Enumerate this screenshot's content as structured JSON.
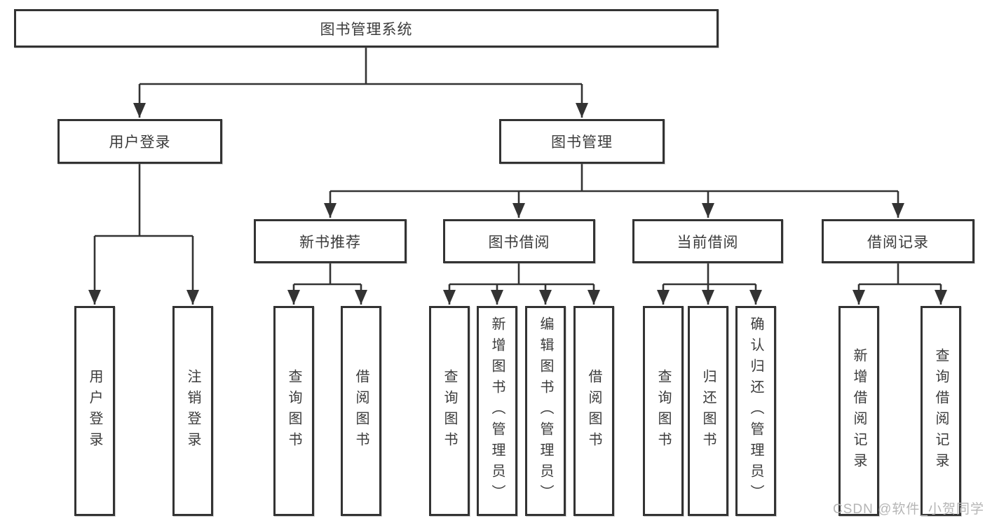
{
  "diagram": {
    "type": "tree-structure-diagram",
    "root": {
      "label": "图书管理系统"
    },
    "level2": {
      "user_login": {
        "label": "用户登录"
      },
      "book_mgmt": {
        "label": "图书管理"
      }
    },
    "level3": {
      "new_book": {
        "label": "新书推荐"
      },
      "borrow": {
        "label": "图书借阅"
      },
      "current": {
        "label": "当前借阅"
      },
      "record": {
        "label": "借阅记录"
      }
    },
    "leaves": {
      "ul_login": {
        "label": "用户登录",
        "parent": "用户登录"
      },
      "ul_logout": {
        "label": "注销登录",
        "parent": "用户登录"
      },
      "nb_query": {
        "label": "查询图书",
        "parent": "新书推荐"
      },
      "nb_borrow": {
        "label": "借阅图书",
        "parent": "新书推荐"
      },
      "bw_query": {
        "label": "查询图书",
        "parent": "图书借阅"
      },
      "bw_add": {
        "label": "新增图书（管理员）",
        "parent": "图书借阅"
      },
      "bw_edit": {
        "label": "编辑图书（管理员）",
        "parent": "图书借阅"
      },
      "bw_borrow": {
        "label": "借阅图书",
        "parent": "图书借阅"
      },
      "cu_query": {
        "label": "查询图书",
        "parent": "当前借阅"
      },
      "cu_return": {
        "label": "归还图书",
        "parent": "当前借阅"
      },
      "cu_confirm": {
        "label": "确认归还（管理员）",
        "parent": "当前借阅"
      },
      "rc_add": {
        "label": "新增借阅记录",
        "parent": "借阅记录"
      },
      "rc_query": {
        "label": "查询借阅记录",
        "parent": "借阅记录"
      }
    },
    "colors": {
      "line": "#333333",
      "box_border": "#333333",
      "box_background": "#ffffff",
      "text": "#3b3b3b",
      "watermark": "#b5b5b5"
    }
  },
  "watermark": {
    "text": "CSDN @软件_小贺同学"
  }
}
